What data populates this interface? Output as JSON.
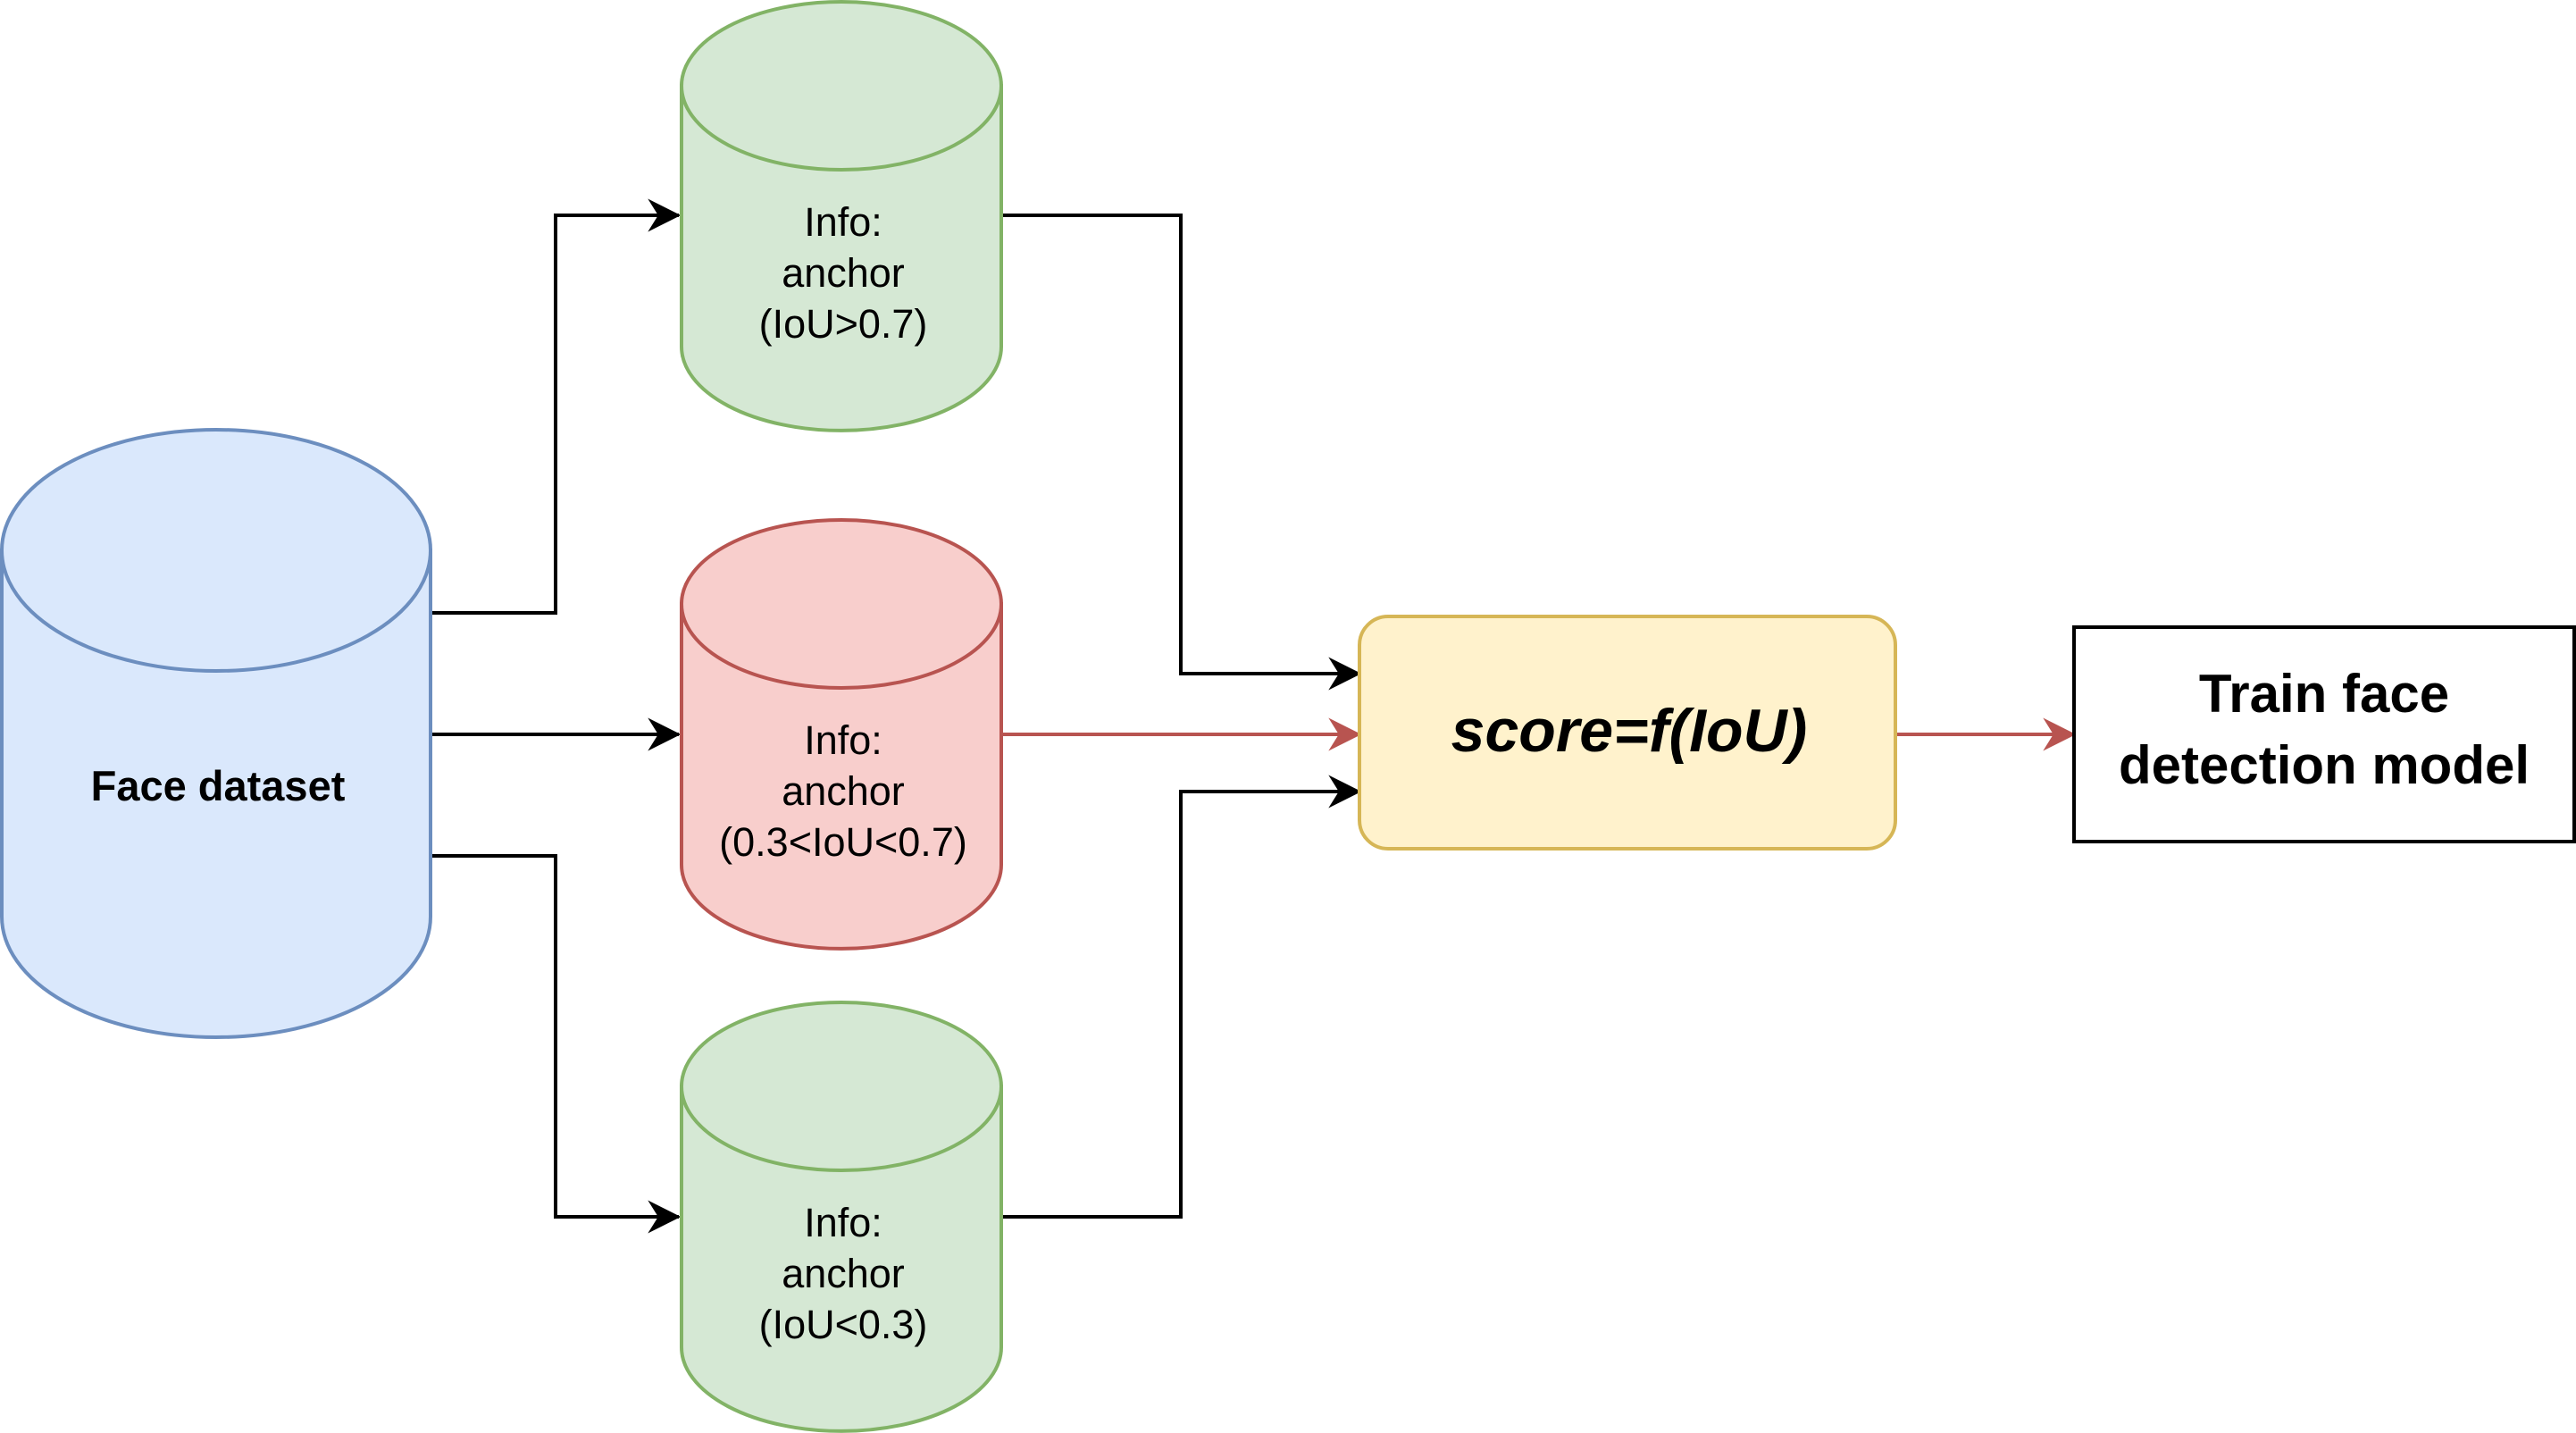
{
  "nodes": {
    "face_dataset": {
      "label": "Face dataset",
      "fill": "#dae8fc",
      "stroke": "#6c8ebf"
    },
    "anchor_high": {
      "lines": [
        "Info:",
        "anchor",
        "(IoU>0.7)"
      ],
      "fill": "#d5e8d4",
      "stroke": "#82b366"
    },
    "anchor_mid": {
      "lines": [
        "Info:",
        "anchor",
        "(0.3<IoU<0.7)"
      ],
      "fill": "#f8cecc",
      "stroke": "#b85450"
    },
    "anchor_low": {
      "lines": [
        "Info:",
        "anchor",
        "(IoU<0.3)"
      ],
      "fill": "#d5e8d4",
      "stroke": "#82b366"
    },
    "score": {
      "label": "score=f(IoU)",
      "fill": "#fff2cc",
      "stroke": "#d6b656"
    },
    "train": {
      "lines": [
        "Train face",
        "detection model"
      ],
      "fill": "#ffffff",
      "stroke": "#000000"
    }
  },
  "edges": [
    {
      "from": "face_dataset",
      "to": "anchor_high",
      "color": "#000000"
    },
    {
      "from": "face_dataset",
      "to": "anchor_mid",
      "color": "#000000"
    },
    {
      "from": "face_dataset",
      "to": "anchor_low",
      "color": "#000000"
    },
    {
      "from": "anchor_high",
      "to": "score",
      "color": "#000000"
    },
    {
      "from": "anchor_mid",
      "to": "score",
      "color": "#b85450"
    },
    {
      "from": "anchor_low",
      "to": "score",
      "color": "#000000"
    },
    {
      "from": "score",
      "to": "train",
      "color": "#b85450"
    }
  ]
}
